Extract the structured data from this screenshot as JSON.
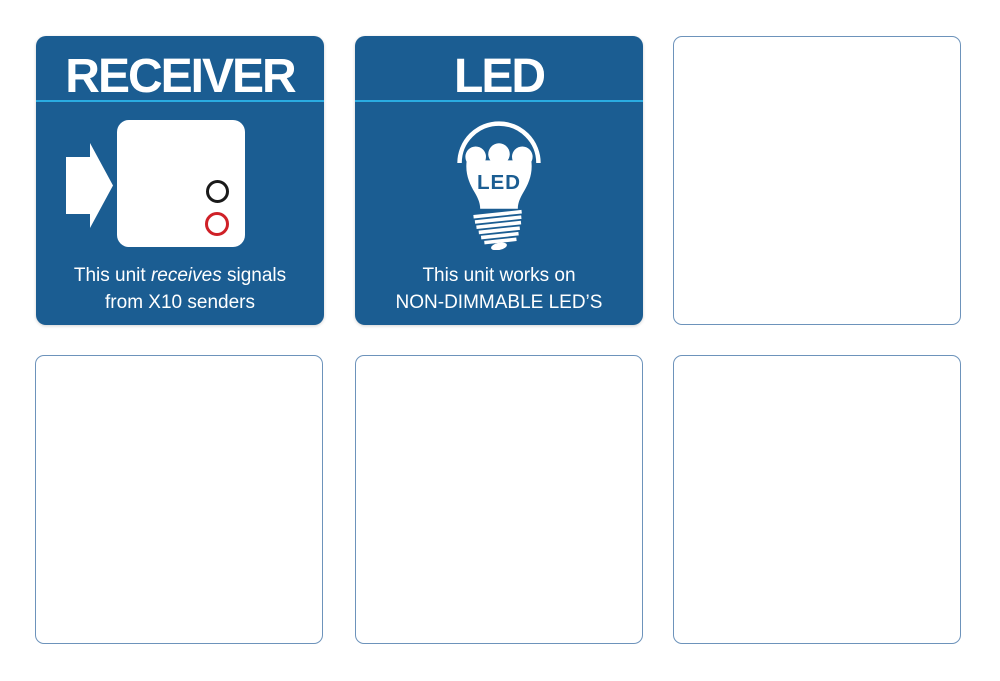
{
  "colors": {
    "tile_blue": "#1b5d92",
    "divider_cyan": "#2aace2",
    "circle_black": "#1a1a1a",
    "circle_red": "#cf2027",
    "empty_border": "#6d93bb",
    "text_white": "#ffffff"
  },
  "tiles": {
    "receiver": {
      "title": "RECEIVER",
      "icon": "arrow-into-receiver-module-icon",
      "caption": {
        "line1_pre": "This unit ",
        "line1_italic": "receives",
        "line1_post": " signals",
        "line2": "from X10 senders"
      }
    },
    "led": {
      "title": "LED",
      "icon": "led-bulb-icon",
      "bulb_label": "LED",
      "caption": {
        "line1": "This unit works on",
        "line2": "NON-DIMMABLE LED’S"
      }
    }
  }
}
